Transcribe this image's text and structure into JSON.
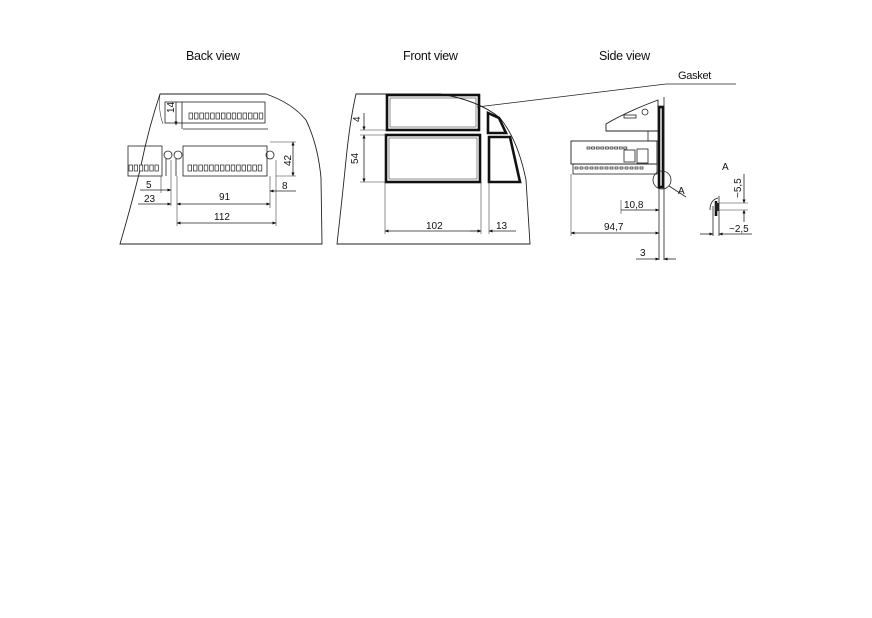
{
  "views": {
    "back": {
      "title": "Back view",
      "dims": [
        "14",
        "42",
        "5",
        "23",
        "91",
        "8",
        "112"
      ]
    },
    "front": {
      "title": "Front view",
      "dims": [
        "4",
        "54",
        "102",
        "13"
      ]
    },
    "side": {
      "title": "Side view",
      "gasket_label": "Gasket",
      "dims": [
        "10,8",
        "94,7",
        "3"
      ],
      "detail_marker": "A"
    }
  },
  "detail": {
    "title": "A",
    "dims": [
      "~5,5",
      "~2,5"
    ]
  }
}
